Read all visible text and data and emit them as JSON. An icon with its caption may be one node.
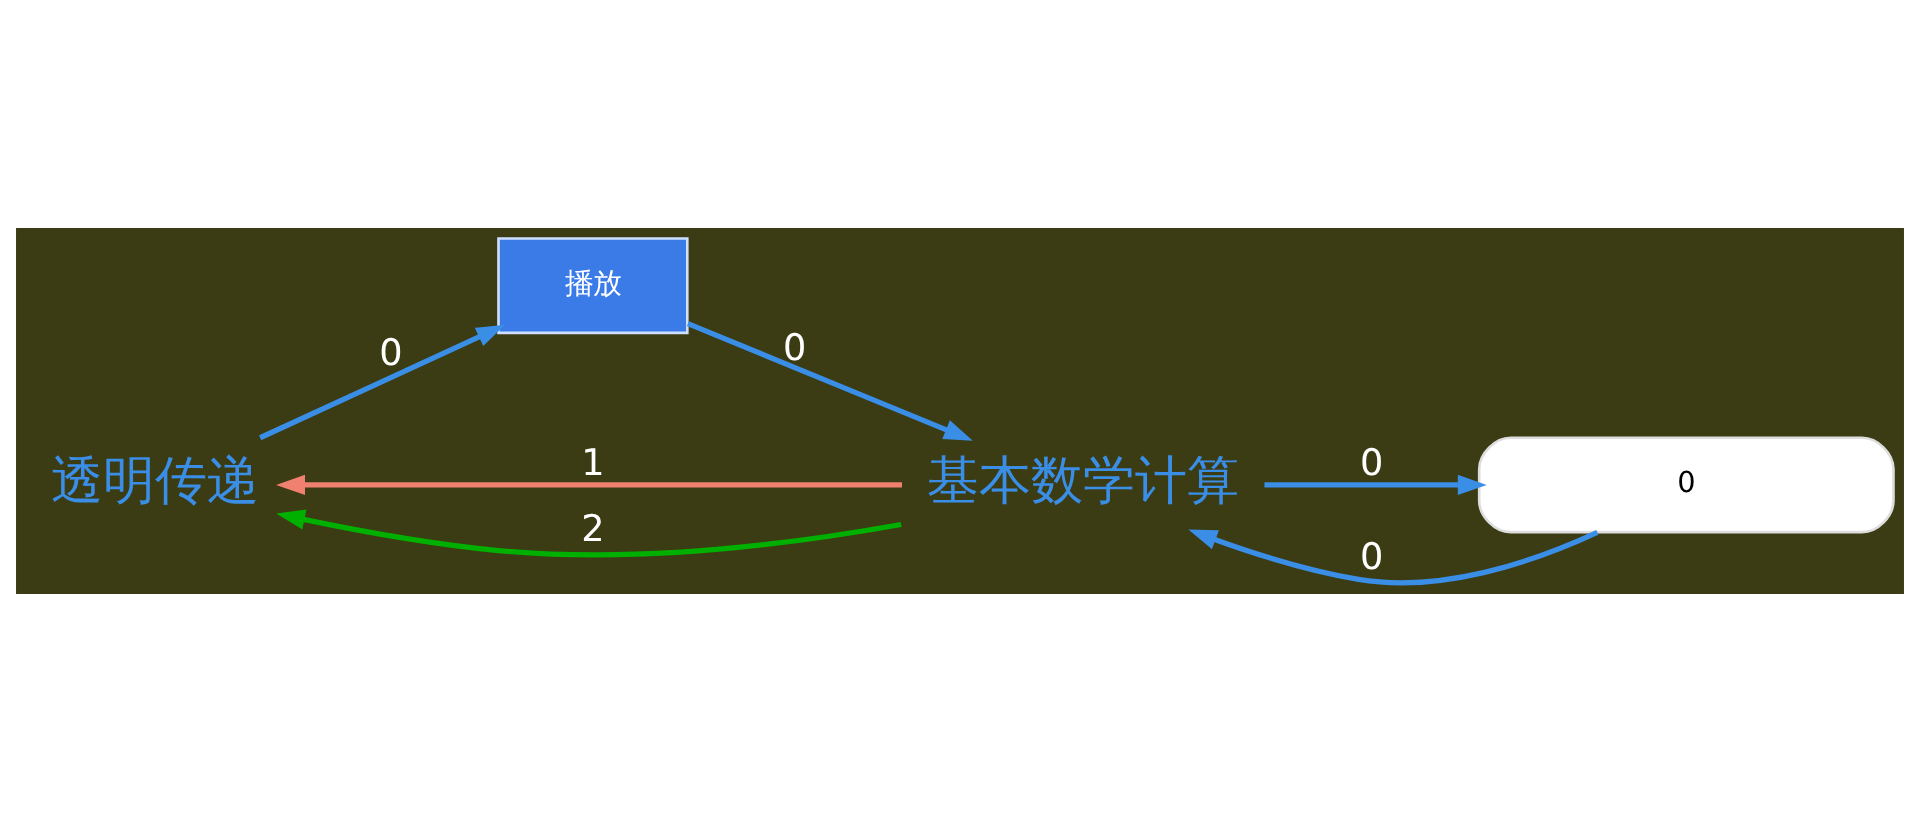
{
  "diagram": {
    "nodes": [
      {
        "text": [
          "透明传递"
        ]
      },
      {
        "text": [
          "基本数学计算"
        ]
      },
      {
        "text": [
          "播放"
        ]
      },
      {
        "text": [
          "0"
        ]
      }
    ],
    "edges": [
      {
        "from": 0,
        "to": 2,
        "arrow": "to",
        "label": "0"
      },
      {
        "from": 2,
        "to": 1,
        "arrow": "to",
        "label": "0"
      },
      {
        "from": 3,
        "to": 1,
        "arrow": "to",
        "label": "0"
      },
      {
        "from": 1,
        "to": 3,
        "arrow": "to",
        "label": "0"
      },
      {
        "from": 1,
        "to": 0,
        "arrow": "to",
        "label": "1",
        "color": "#f08070"
      },
      {
        "from": 1,
        "to": 0,
        "arrow": "to",
        "label": "2",
        "color": "#00b000"
      }
    ]
  }
}
